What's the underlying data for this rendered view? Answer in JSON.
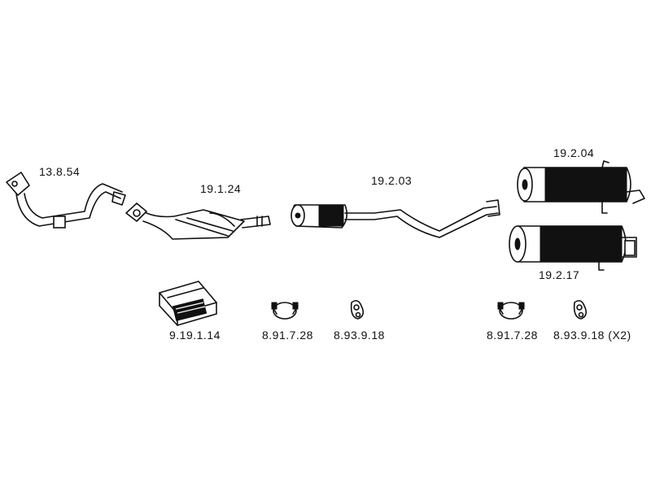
{
  "parts": {
    "front_pipe": "13.8.54",
    "catalytic_converter": "19.1.24",
    "middle_silencer": "19.2.03",
    "rear_silencer_a": "19.2.04",
    "rear_silencer_b": "19.2.17",
    "fitting_kit": "9.19.1.14",
    "clamp_left": "8.91.7.28",
    "rubber_mount_left": "8.93.9.18",
    "clamp_right": "8.91.7.28",
    "rubber_mount_right": "8.93.9.18 (X2)"
  }
}
